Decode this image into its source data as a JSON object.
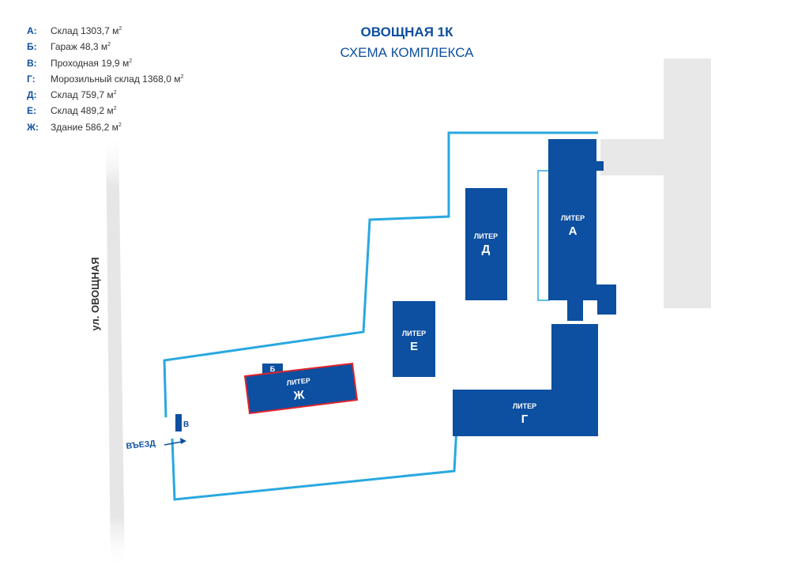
{
  "title": {
    "main": "ОВОЩНАЯ 1К",
    "sub": "СХЕМА КОМПЛЕКСА"
  },
  "legend": [
    {
      "key": "А:",
      "text": "Склад 1303,7 м",
      "sup": "2"
    },
    {
      "key": "Б:",
      "text": "Гараж 48,3 м",
      "sup": "2"
    },
    {
      "key": "В:",
      "text": "Проходная 19,9 м",
      "sup": "2"
    },
    {
      "key": "Г:",
      "text": "Морозильный склад 1368,0 м",
      "sup": "2"
    },
    {
      "key": "Д:",
      "text": "Склад 759,7 м",
      "sup": "2"
    },
    {
      "key": "Е:",
      "text": "Склад 489,2 м",
      "sup": "2"
    },
    {
      "key": "Ж:",
      "text": "Здание 586,2 м",
      "sup": "2"
    }
  ],
  "street": {
    "label": "ул. ОВОЩНАЯ"
  },
  "entrance": {
    "label": "ВЪЕЗД"
  },
  "buildings": {
    "A": {
      "word": "ЛИТЕР",
      "letter": "А"
    },
    "D": {
      "word": "ЛИТЕР",
      "letter": "Д"
    },
    "E": {
      "word": "ЛИТЕР",
      "letter": "Е"
    },
    "G": {
      "word": "ЛИТЕР",
      "letter": "Г"
    },
    "ZH": {
      "word": "ЛИТЕР",
      "letter": "Ж",
      "highlighted": true
    },
    "B": {
      "letter": "Б"
    },
    "V": {
      "letter": "В"
    }
  },
  "colors": {
    "building": "#0d4fa0",
    "boundary": "#29a8e0",
    "highlight": "#e0252b",
    "neighbor": "#e8e8e8",
    "street": "#e6e6e6"
  }
}
